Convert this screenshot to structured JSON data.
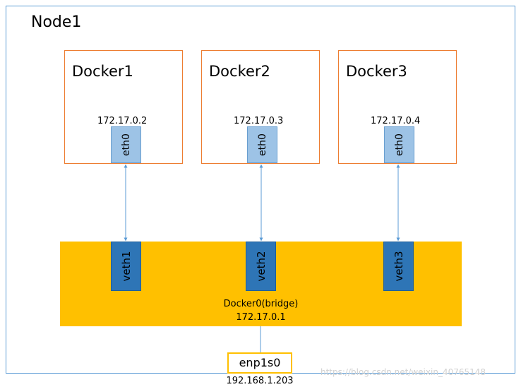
{
  "node": {
    "title": "Node1"
  },
  "containers": [
    {
      "name": "Docker1",
      "ip": "172.17.0.2",
      "interface": "eth0"
    },
    {
      "name": "Docker2",
      "ip": "172.17.0.3",
      "interface": "eth0"
    },
    {
      "name": "Docker3",
      "ip": "172.17.0.4",
      "interface": "eth0"
    }
  ],
  "bridge": {
    "name": "Docker0(bridge)",
    "ip": "172.17.0.1",
    "veths": [
      "veth1",
      "veth2",
      "veth3"
    ]
  },
  "host_nic": {
    "name": "enp1s0",
    "ip": "192.168.1.203"
  },
  "watermark": "https://blog.csdn.net/weixin_40765148",
  "colors": {
    "frame": "#5b9bd5",
    "container_border": "#ed7d31",
    "eth_fill": "#9dc3e6",
    "bridge_fill": "#ffc000",
    "veth_fill": "#2e75b6",
    "link": "#5b9bd5"
  }
}
